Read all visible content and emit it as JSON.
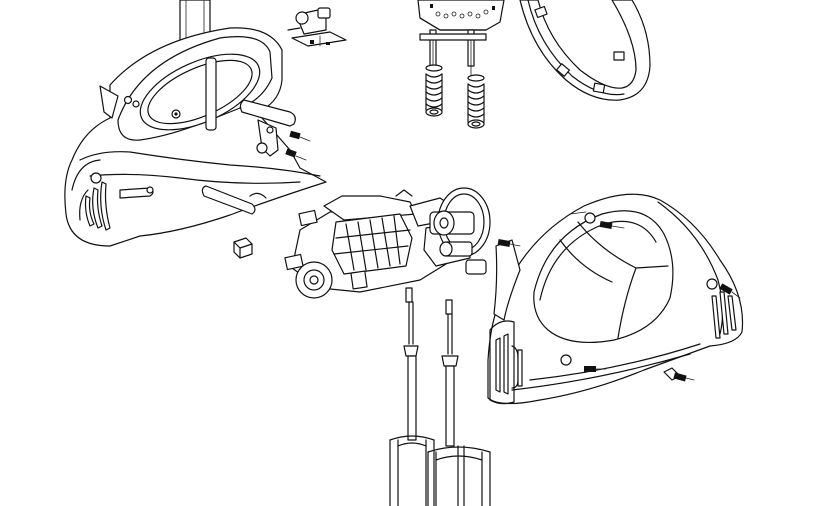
{
  "diagram": {
    "kind": "exploded-view",
    "line_color": "#111111",
    "background": "#ffffff",
    "parts": [
      {
        "id": "handle-shell-left",
        "icon": "housing-half-icon"
      },
      {
        "id": "handle-shell-right",
        "icon": "housing-half-icon"
      },
      {
        "id": "motor-assembly",
        "icon": "motor-icon"
      },
      {
        "id": "gear-wheel",
        "icon": "gear-icon"
      },
      {
        "id": "speed-switch-board",
        "icon": "circuit-board-icon"
      },
      {
        "id": "springs",
        "icon": "spring-icon"
      },
      {
        "id": "trim-ring",
        "icon": "ring-icon"
      },
      {
        "id": "eject-rod",
        "icon": "rod-icon"
      },
      {
        "id": "small-switch",
        "icon": "switch-icon"
      },
      {
        "id": "beaters",
        "icon": "beater-icon"
      },
      {
        "id": "screws",
        "icon": "screw-icon"
      },
      {
        "id": "small-block",
        "icon": "block-icon"
      }
    ]
  }
}
